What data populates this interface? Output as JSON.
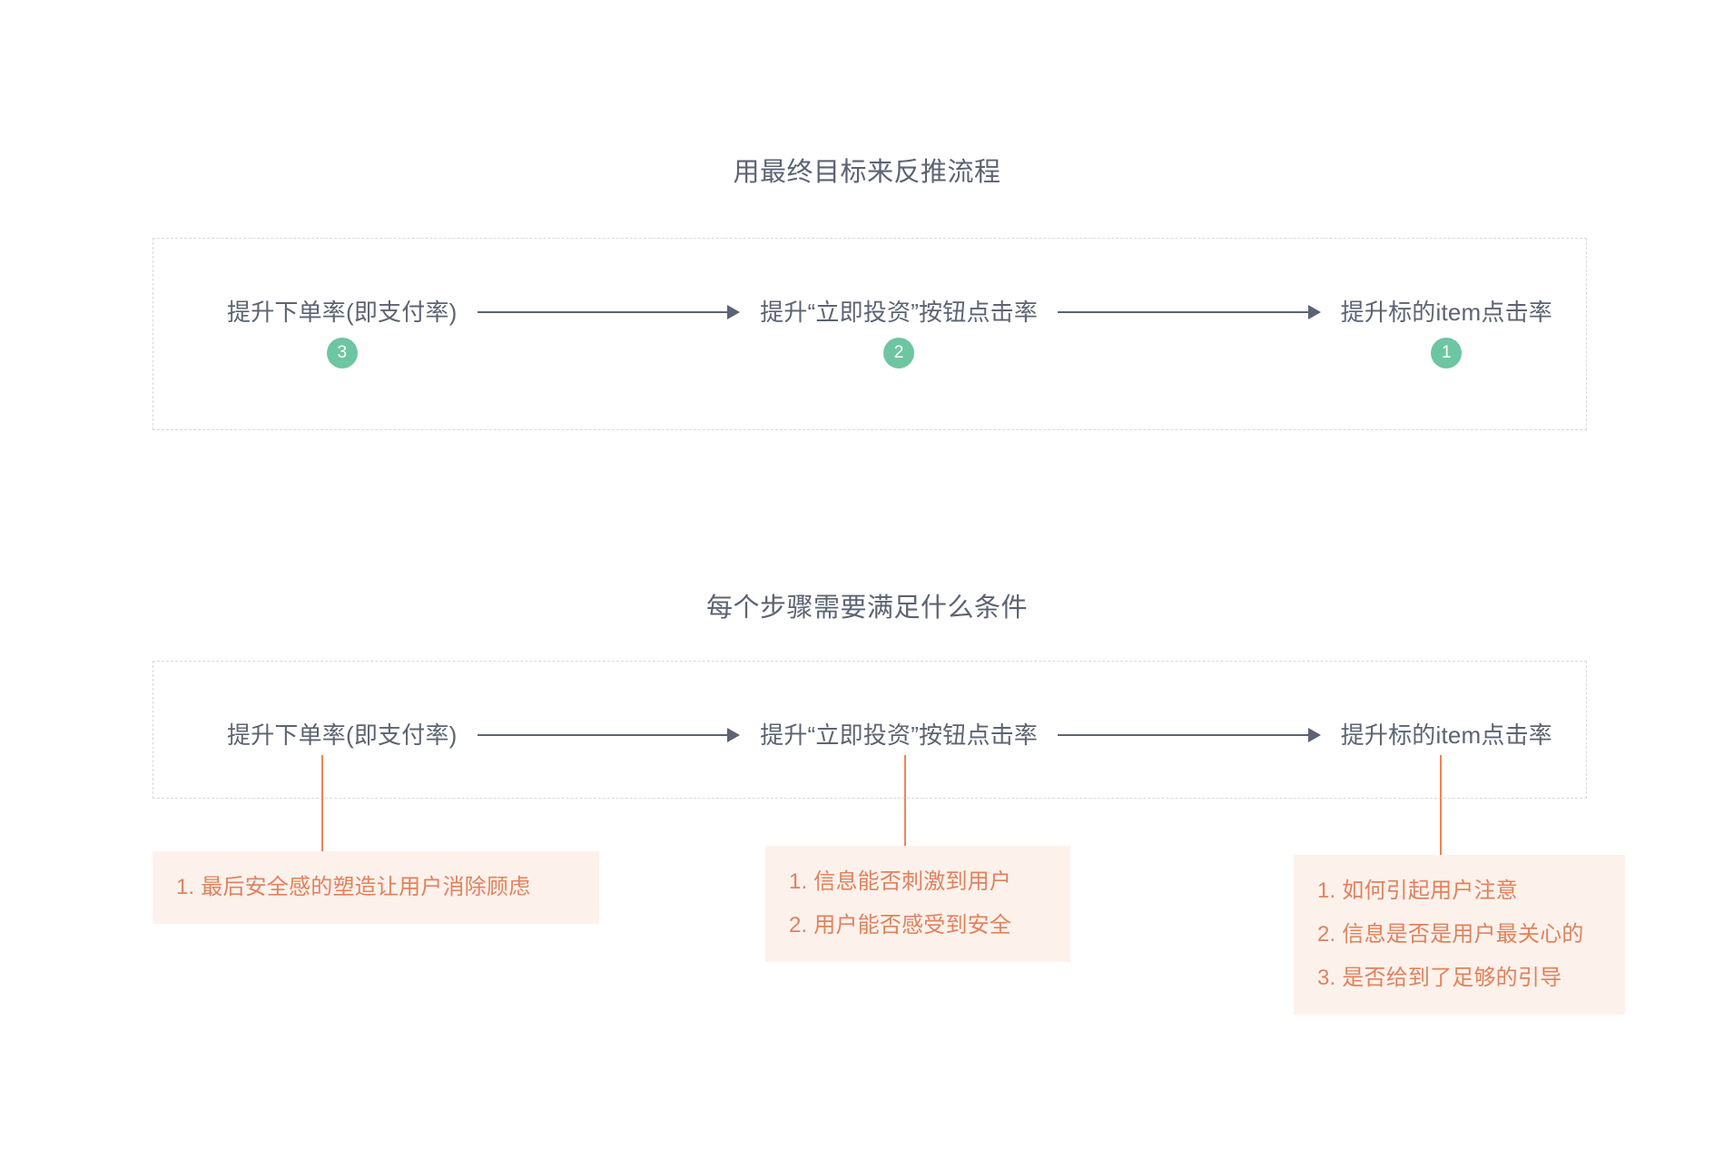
{
  "colors": {
    "title_text": "#5c6373",
    "node_text": "#5c6373",
    "badge_bg": "#6ec5a2",
    "badge_text": "#ffffff",
    "arrow": "#5c6373",
    "dashed_border": "#d6d9dd",
    "connector": "#ef8354",
    "card_bg": "#fdf1ec",
    "card_text": "#e1825c",
    "page_bg": "#ffffff"
  },
  "sections": [
    {
      "title": "用最终目标来反推流程",
      "nodes": [
        {
          "label": "提升下单率(即支付率)",
          "badge": "3"
        },
        {
          "label": "提升“立即投资”按钮点击率",
          "badge": "2"
        },
        {
          "label": "提升标的item点击率",
          "badge": "1"
        }
      ]
    },
    {
      "title": "每个步骤需要满足什么条件",
      "nodes": [
        {
          "label": "提升下单率(即支付率)"
        },
        {
          "label": "提升“立即投资”按钮点击率"
        },
        {
          "label": "提升标的item点击率"
        }
      ],
      "condition_cards": [
        {
          "items": [
            "1. 最后安全感的塑造让用户消除顾虑"
          ]
        },
        {
          "items": [
            "1. 信息能否刺激到用户",
            "2. 用户能否感受到安全"
          ]
        },
        {
          "items": [
            "1. 如何引起用户注意",
            "2. 信息是否是用户最关心的",
            "3. 是否给到了足够的引导"
          ]
        }
      ]
    }
  ]
}
